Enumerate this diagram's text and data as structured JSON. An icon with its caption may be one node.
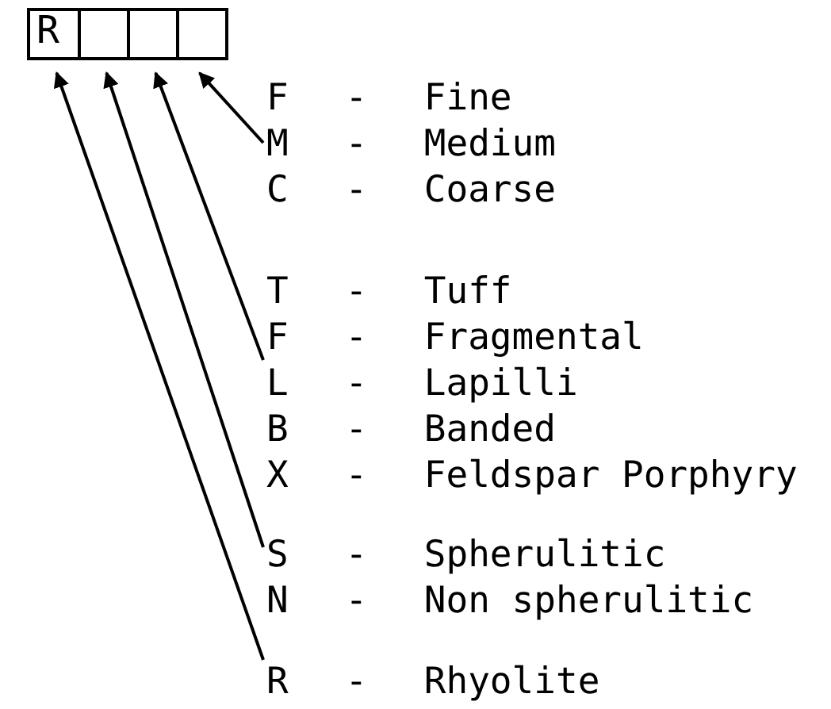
{
  "diagram": {
    "nodes": [
      {
        "text": [
          "R"
        ]
      },
      {
        "text": [],
        "shape": "box"
      },
      {
        "text": [],
        "shape": "box"
      },
      {
        "text": [],
        "shape": "box"
      },
      {
        "text": [
          "F - Fine",
          "M - Medium",
          "C - Coarse"
        ]
      },
      {
        "text": [
          "T - Tuff",
          "F - Fragmental",
          "L - Lapilli",
          "B - Banded",
          "X - Feldspar Porphyry"
        ]
      },
      {
        "text": [
          "S - Spherulitic",
          "N - Non spherulitic"
        ]
      },
      {
        "text": [
          "R - Rhyolite"
        ]
      }
    ],
    "edges": [
      {
        "from": 4,
        "to": 3,
        "arrow": "to"
      },
      {
        "from": 5,
        "to": 2,
        "arrow": "to"
      },
      {
        "from": 6,
        "to": 1,
        "arrow": "to"
      },
      {
        "from": 7,
        "to": 0,
        "arrow": "to"
      }
    ]
  }
}
